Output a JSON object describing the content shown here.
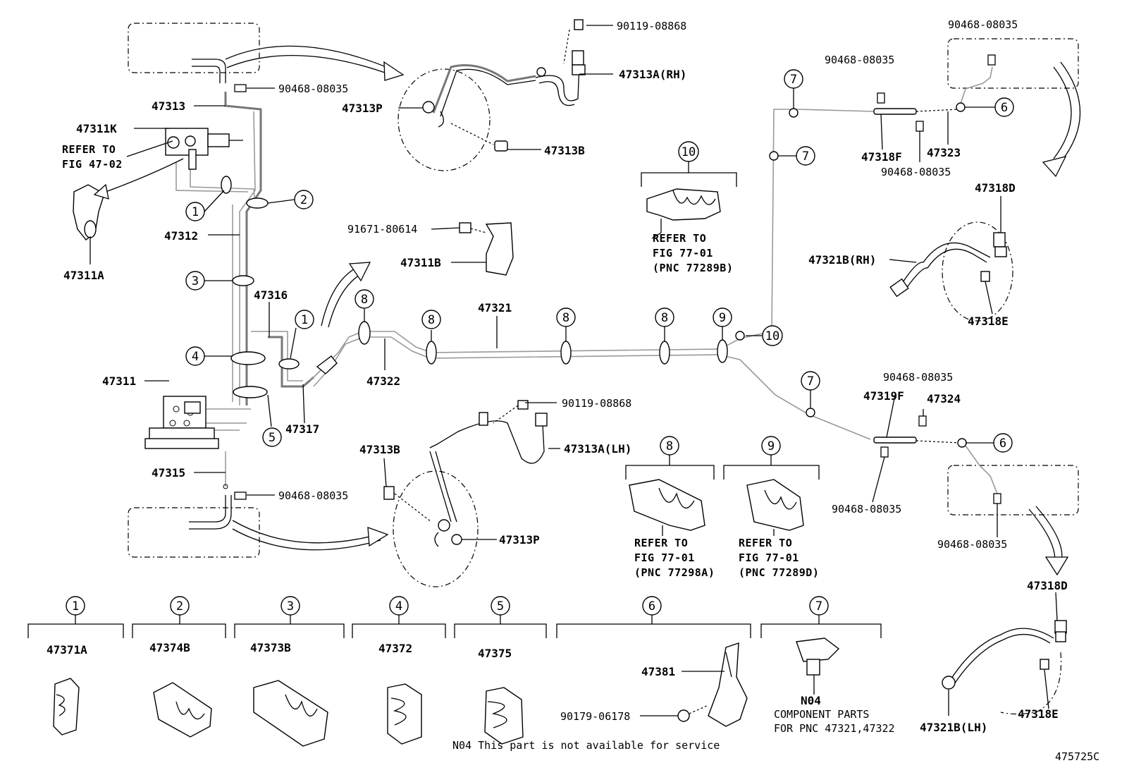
{
  "parts": {
    "p90119_08868_top": "90119-08868",
    "p47313A_rh": "47313A(RH)",
    "p47313P_top": "47313P",
    "p47313B_top": "47313B",
    "p90468_top_left": "90468-08035",
    "p47313": "47313",
    "p47311K": "47311K",
    "p47312": "47312",
    "p47311A": "47311A",
    "p47316": "47316",
    "p47311": "47311",
    "p47317": "47317",
    "p47315": "47315",
    "p90468_bottom_left": "90468-08035",
    "p91671_80614": "91671-80614",
    "p47311B": "47311B",
    "p47321": "47321",
    "p47322": "47322",
    "p90119_08868_mid": "90119-08868",
    "p47313A_lh": "47313A(LH)",
    "p47313B_mid": "47313B",
    "p47313P_mid": "47313P",
    "p90468_rt1": "90468-08035",
    "p90468_rt2": "90468-08035",
    "p47318F": "47318F",
    "p47323": "47323",
    "p90468_rt3": "90468-08035",
    "p47318D_top": "47318D",
    "p47321B_rh": "47321B(RH)",
    "p47318E_top": "47318E",
    "p90468_rm1": "90468-08035",
    "p47319F": "47319F",
    "p47324": "47324",
    "p90468_rm2": "90468-08035",
    "p90468_rm3": "90468-08035",
    "p47318D_bot": "47318D",
    "p47321B_lh": "47321B(LH)",
    "p47318E_bot": "47318E",
    "p47371A": "47371A",
    "p47374B": "47374B",
    "p47373B": "47373B",
    "p47372": "47372",
    "p47375": "47375",
    "p47381": "47381",
    "p90179_06178": "90179-06178",
    "pN04": "N04"
  },
  "refs": {
    "refer_to": "REFER TO",
    "fig_47_02": "FIG 47-02",
    "fig_77_01": "FIG 77-01",
    "pnc_77289B": "(PNC 77289B)",
    "pnc_77298A": "(PNC 77298A)",
    "pnc_77289D": "(PNC 77289D)"
  },
  "notes": {
    "component_parts": "COMPONENT PARTS",
    "for_pnc": "FOR PNC 47321,47322",
    "n04_notice": "N04 This part is not available for service",
    "figure_id": "475725C"
  },
  "callouts": {
    "c1": "1",
    "c2": "2",
    "c3": "3",
    "c4": "4",
    "c5": "5",
    "c6": "6",
    "c7": "7",
    "c8": "8",
    "c9": "9",
    "c10": "10"
  }
}
